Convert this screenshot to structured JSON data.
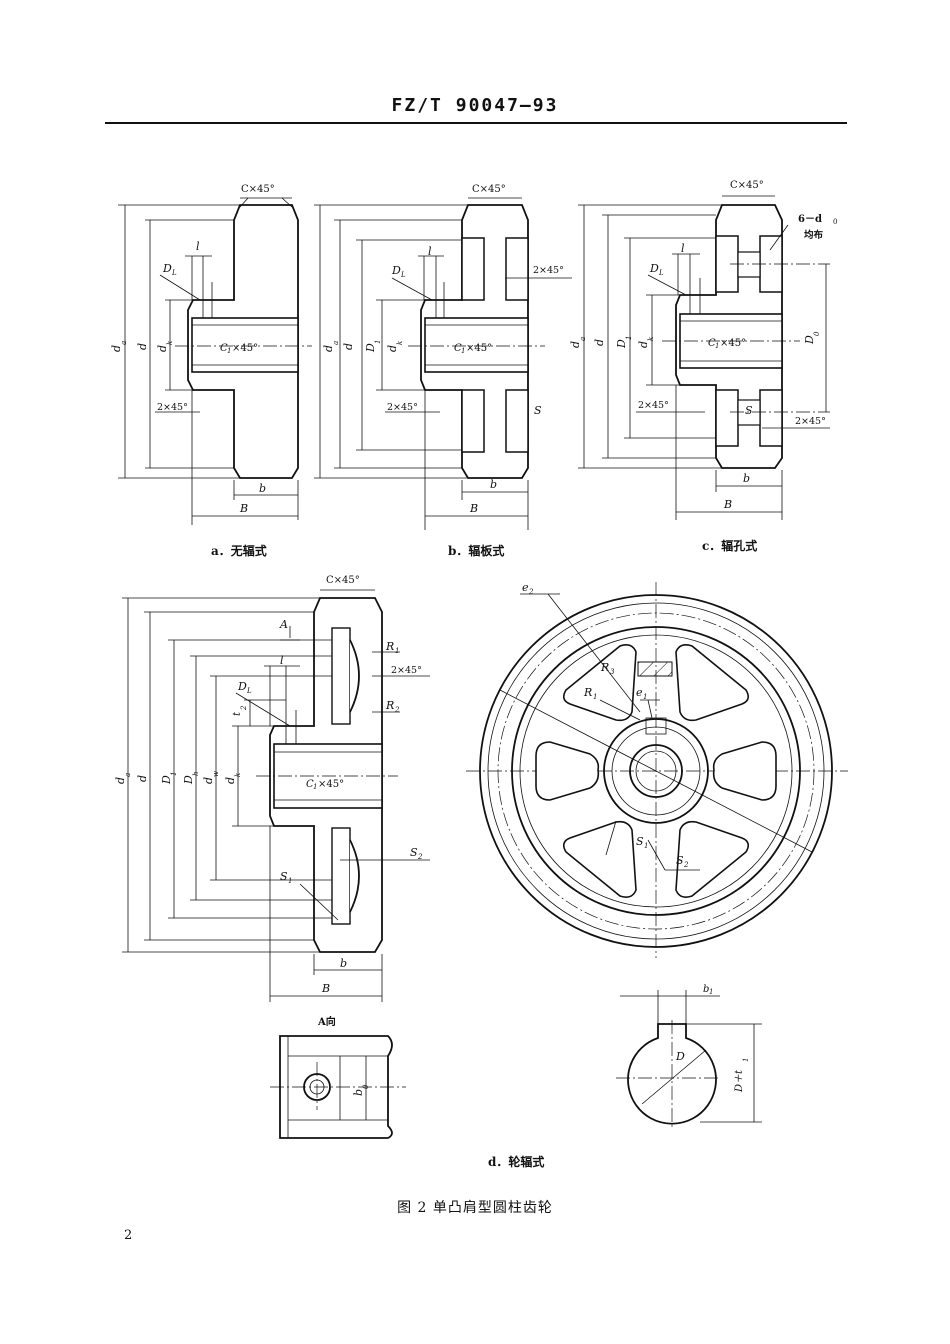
{
  "header": {
    "code": "FZ/T  90047—93"
  },
  "figures": {
    "a": {
      "caption": "a．无辐式",
      "labels": {
        "cham": "C×45°",
        "da": "d",
        "da_sub": "a",
        "d": "d",
        "dk": "d",
        "dk_sub": "k",
        "l": "l",
        "DL": "D",
        "DL_sub": "L",
        "c1": "C",
        "c1_sub": "1",
        "c1_rest": "×45°",
        "c2": "2×45°",
        "b": "b",
        "B": "B"
      }
    },
    "b": {
      "caption": "b．辐板式",
      "labels": {
        "cham": "C×45°",
        "da": "d",
        "da_sub": "a",
        "d": "d",
        "D1": "D",
        "D1_sub": "1",
        "dk": "d",
        "dk_sub": "k",
        "l": "l",
        "DL": "D",
        "DL_sub": "L",
        "c1": "C",
        "c1_sub": "1",
        "c1_rest": "×45°",
        "c2a": "2×45°",
        "c2b": "2×45°",
        "S": "S",
        "b": "b",
        "B": "B"
      }
    },
    "c": {
      "caption": "c．辐孔式",
      "labels": {
        "cham": "C×45°",
        "holes": "6－d",
        "holes_sub": "0",
        "even": "均布",
        "da": "d",
        "da_sub": "a",
        "d": "d",
        "D1": "D",
        "D1_sub": "1",
        "dk": "d",
        "dk_sub": "k",
        "D0": "D",
        "D0_sub": "0",
        "l": "l",
        "DL": "D",
        "DL_sub": "L",
        "c1": "C",
        "c1_sub": "1",
        "c1_rest": "×45°",
        "c2a": "2×45°",
        "c2b": "2×45°",
        "S": "S",
        "b": "b",
        "B": "B"
      }
    },
    "d": {
      "caption": "d．轮辐式",
      "labels": {
        "cham": "C×45°",
        "A": "A",
        "R1": "R",
        "R1_sub": "1",
        "R2": "R",
        "R2_sub": "2",
        "c2": "2×45°",
        "l": "l",
        "t2": "t",
        "t2_sub": "2",
        "DL": "D",
        "DL_sub": "L",
        "da": "d",
        "da_sub": "a",
        "d": "d",
        "D1": "D",
        "D1_sub": "1",
        "Dh": "D",
        "Dh_sub": "h",
        "dw": "d",
        "dw_sub": "w",
        "dk": "d",
        "dk_sub": "k",
        "c1": "C",
        "c1_sub": "1",
        "c1_rest": "×45°",
        "S2": "S",
        "S2_sub": "2",
        "S1": "S",
        "S1_sub": "1",
        "b": "b",
        "B": "B"
      },
      "front_labels": {
        "e2": "e",
        "e2_sub": "2",
        "R3": "R",
        "R3_sub": "3",
        "R4": "R",
        "R4_sub": "1",
        "e1": "e",
        "e1_sub": "1",
        "S1": "S",
        "S1_sub": "1",
        "S2": "S",
        "S2_sub": "2"
      },
      "view_a": {
        "title": "A向",
        "b0": "b",
        "b0_sub": "0"
      },
      "key": {
        "b1": "b",
        "b1_sub": "1",
        "D": "D",
        "Dt": "D＋t",
        "Dt_sub": "1"
      }
    }
  },
  "figure_caption": "图 2   单凸肩型圆柱齿轮",
  "page_number": "2"
}
